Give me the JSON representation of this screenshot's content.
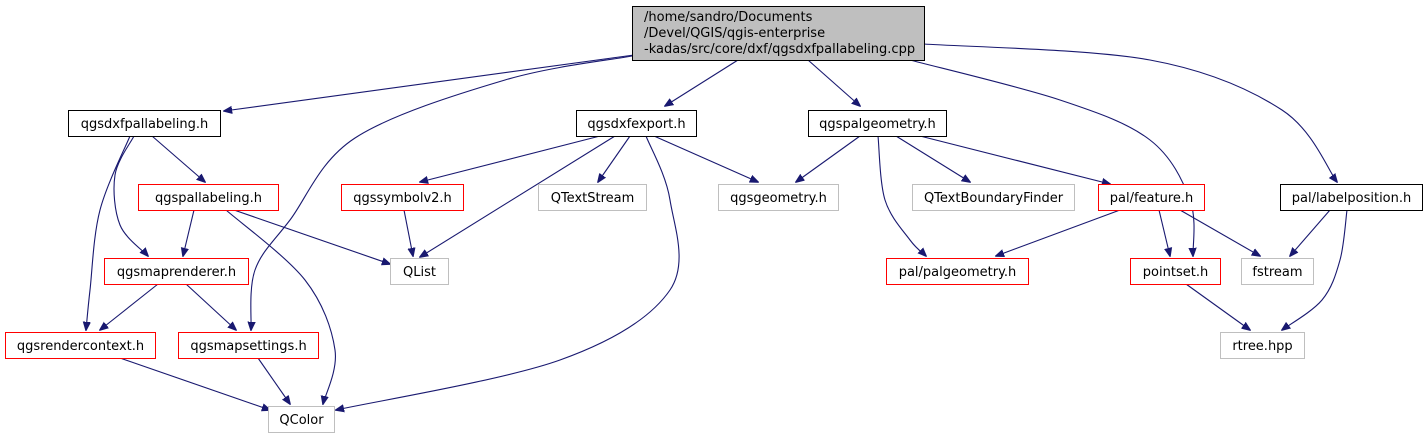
{
  "graph": {
    "type": "include-dependency-graph",
    "colors": {
      "edge": "#191970",
      "root_fill": "#bfbfbf",
      "root_border": "#000000",
      "documented_border": "#000000",
      "has_more_border": "#ff0000",
      "external_border": "#bfbfbf",
      "external_text": "#000000",
      "node_fill": "#ffffff"
    },
    "nodes": [
      {
        "id": "root",
        "lines": [
          "/home/sandro/Documents",
          "/Devel/QGIS/qgis-enterprise",
          "-kadas/src/core/dxf/qgsdxfpallabeling.cpp"
        ],
        "kind": "root"
      },
      {
        "id": "qgsdxfpallabeling_h",
        "lines": [
          "qgsdxfpallabeling.h"
        ],
        "kind": "documented"
      },
      {
        "id": "qgsdxfexport_h",
        "lines": [
          "qgsdxfexport.h"
        ],
        "kind": "documented"
      },
      {
        "id": "qgspalgeometry_h",
        "lines": [
          "qgspalgeometry.h"
        ],
        "kind": "documented"
      },
      {
        "id": "pal_labelposition_h",
        "lines": [
          "pal/labelposition.h"
        ],
        "kind": "documented"
      },
      {
        "id": "qgspallabeling_h",
        "lines": [
          "qgspallabeling.h"
        ],
        "kind": "has-more"
      },
      {
        "id": "qgssymbolv2_h",
        "lines": [
          "qgssymbolv2.h"
        ],
        "kind": "has-more"
      },
      {
        "id": "qtextstream",
        "lines": [
          "QTextStream"
        ],
        "kind": "external"
      },
      {
        "id": "qgsgeometry_h",
        "lines": [
          "qgsgeometry.h"
        ],
        "kind": "external"
      },
      {
        "id": "qtextboundaryfinder",
        "lines": [
          "QTextBoundaryFinder"
        ],
        "kind": "external"
      },
      {
        "id": "pal_feature_h",
        "lines": [
          "pal/feature.h"
        ],
        "kind": "has-more"
      },
      {
        "id": "qgsmaprenderer_h",
        "lines": [
          "qgsmaprenderer.h"
        ],
        "kind": "has-more"
      },
      {
        "id": "qlist",
        "lines": [
          "QList"
        ],
        "kind": "external"
      },
      {
        "id": "pal_palgeometry_h",
        "lines": [
          "pal/palgeometry.h"
        ],
        "kind": "has-more"
      },
      {
        "id": "pointset_h",
        "lines": [
          "pointset.h"
        ],
        "kind": "has-more"
      },
      {
        "id": "fstream",
        "lines": [
          "fstream"
        ],
        "kind": "external"
      },
      {
        "id": "qgsrendercontext_h",
        "lines": [
          "qgsrendercontext.h"
        ],
        "kind": "has-more"
      },
      {
        "id": "qgsmapsettings_h",
        "lines": [
          "qgsmapsettings.h"
        ],
        "kind": "has-more"
      },
      {
        "id": "rtree_hpp",
        "lines": [
          "rtree.hpp"
        ],
        "kind": "external"
      },
      {
        "id": "qcolor",
        "lines": [
          "QColor"
        ],
        "kind": "external"
      }
    ],
    "edges": [
      {
        "from": "root",
        "to": "qgsdxfpallabeling_h"
      },
      {
        "from": "root",
        "to": "qgsmapsettings_h"
      },
      {
        "from": "root",
        "to": "qgsdxfexport_h"
      },
      {
        "from": "root",
        "to": "qgspalgeometry_h"
      },
      {
        "from": "root",
        "to": "pointset_h"
      },
      {
        "from": "root",
        "to": "pal_labelposition_h"
      },
      {
        "from": "qgsdxfpallabeling_h",
        "to": "qgspallabeling_h"
      },
      {
        "from": "qgsdxfpallabeling_h",
        "to": "qgsmaprenderer_h"
      },
      {
        "from": "qgsdxfpallabeling_h",
        "to": "qgsrendercontext_h"
      },
      {
        "from": "qgspallabeling_h",
        "to": "qgsmaprenderer_h"
      },
      {
        "from": "qgspallabeling_h",
        "to": "qlist"
      },
      {
        "from": "qgspallabeling_h",
        "to": "qcolor"
      },
      {
        "from": "qgsmaprenderer_h",
        "to": "qgsrendercontext_h"
      },
      {
        "from": "qgsmaprenderer_h",
        "to": "qgsmapsettings_h"
      },
      {
        "from": "qgsrendercontext_h",
        "to": "qcolor"
      },
      {
        "from": "qgsmapsettings_h",
        "to": "qcolor"
      },
      {
        "from": "qgsdxfexport_h",
        "to": "qgssymbolv2_h"
      },
      {
        "from": "qgsdxfexport_h",
        "to": "qlist"
      },
      {
        "from": "qgsdxfexport_h",
        "to": "qtextstream"
      },
      {
        "from": "qgsdxfexport_h",
        "to": "qgsgeometry_h"
      },
      {
        "from": "qgsdxfexport_h",
        "to": "qcolor"
      },
      {
        "from": "qgssymbolv2_h",
        "to": "qlist"
      },
      {
        "from": "qgspalgeometry_h",
        "to": "qgsgeometry_h"
      },
      {
        "from": "qgspalgeometry_h",
        "to": "qtextboundaryfinder"
      },
      {
        "from": "qgspalgeometry_h",
        "to": "pal_feature_h"
      },
      {
        "from": "qgspalgeometry_h",
        "to": "pal_palgeometry_h"
      },
      {
        "from": "pal_feature_h",
        "to": "pal_palgeometry_h"
      },
      {
        "from": "pal_feature_h",
        "to": "pointset_h"
      },
      {
        "from": "pal_feature_h",
        "to": "fstream"
      },
      {
        "from": "pointset_h",
        "to": "rtree_hpp"
      },
      {
        "from": "pal_labelposition_h",
        "to": "fstream"
      },
      {
        "from": "pal_labelposition_h",
        "to": "rtree_hpp"
      }
    ]
  }
}
